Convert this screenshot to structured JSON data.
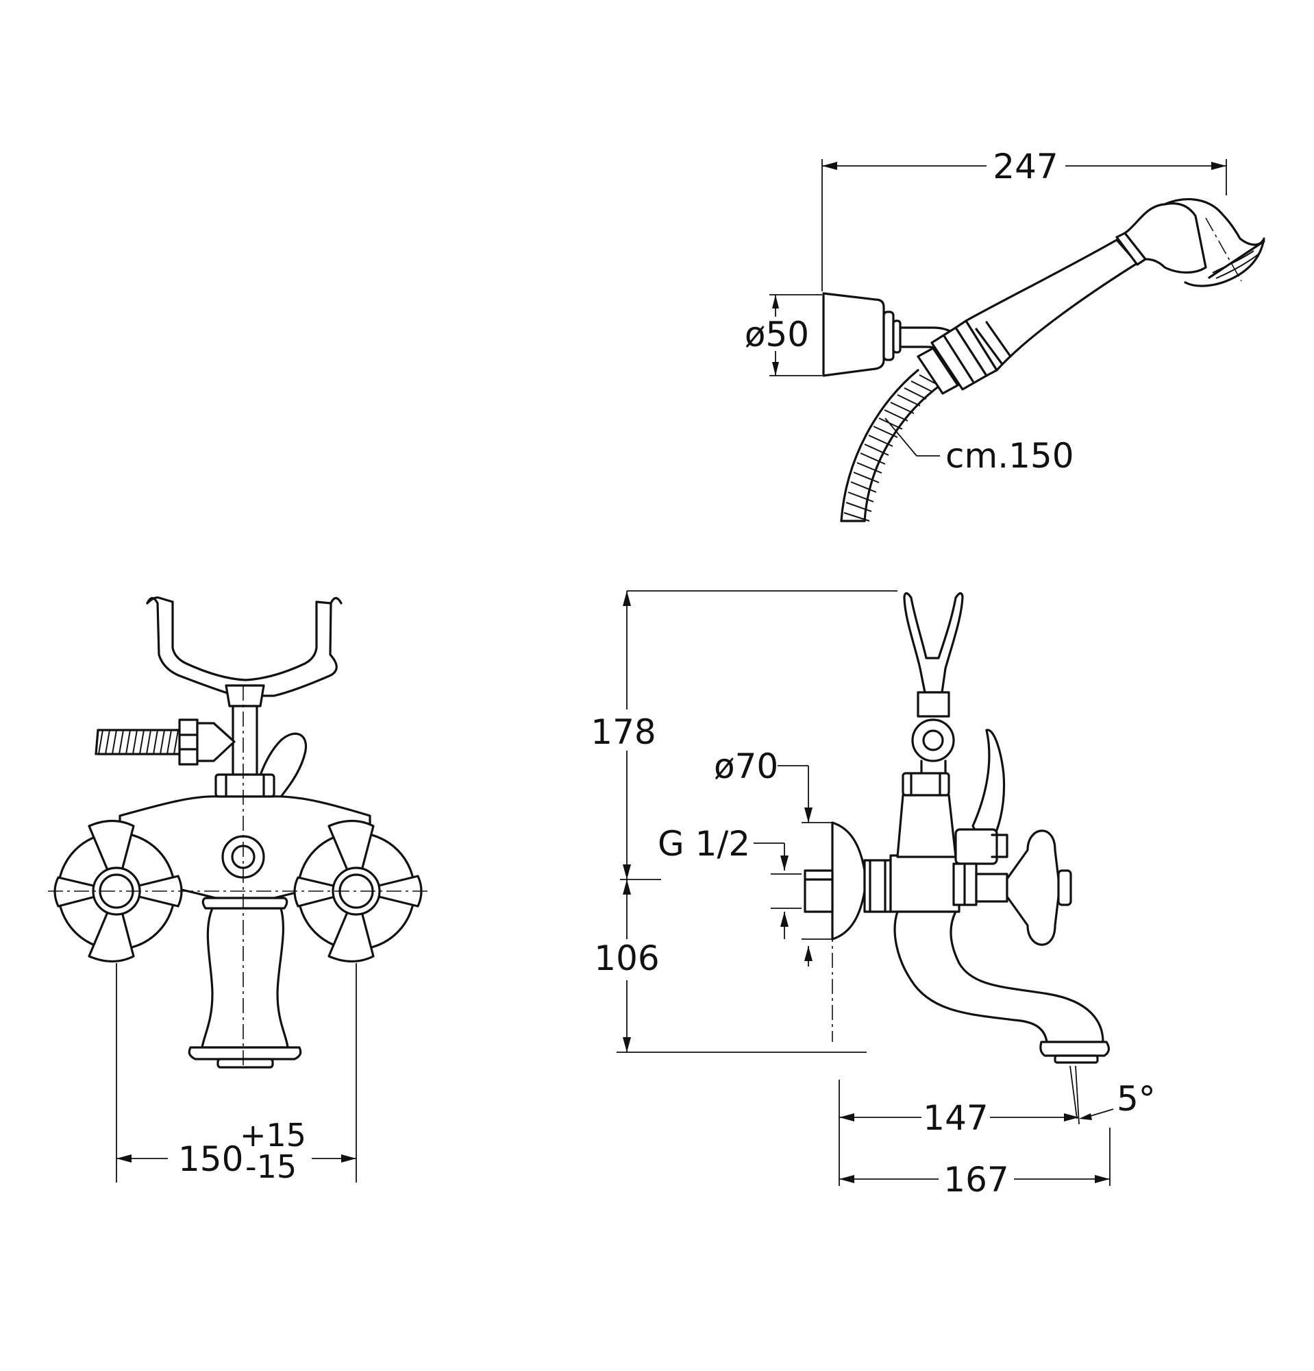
{
  "dimensions": {
    "hand_shower_length": "247",
    "holder_diameter": "ø50",
    "hose_length": "cm.150",
    "height_upper": "178",
    "height_lower": "106",
    "flange_diameter": "ø70",
    "thread": "G 1/2",
    "center_distance": "150",
    "tolerance_plus": "+15",
    "tolerance_minus": "-15",
    "spout_reach": "147",
    "total_depth": "167",
    "spout_angle": "5°"
  }
}
